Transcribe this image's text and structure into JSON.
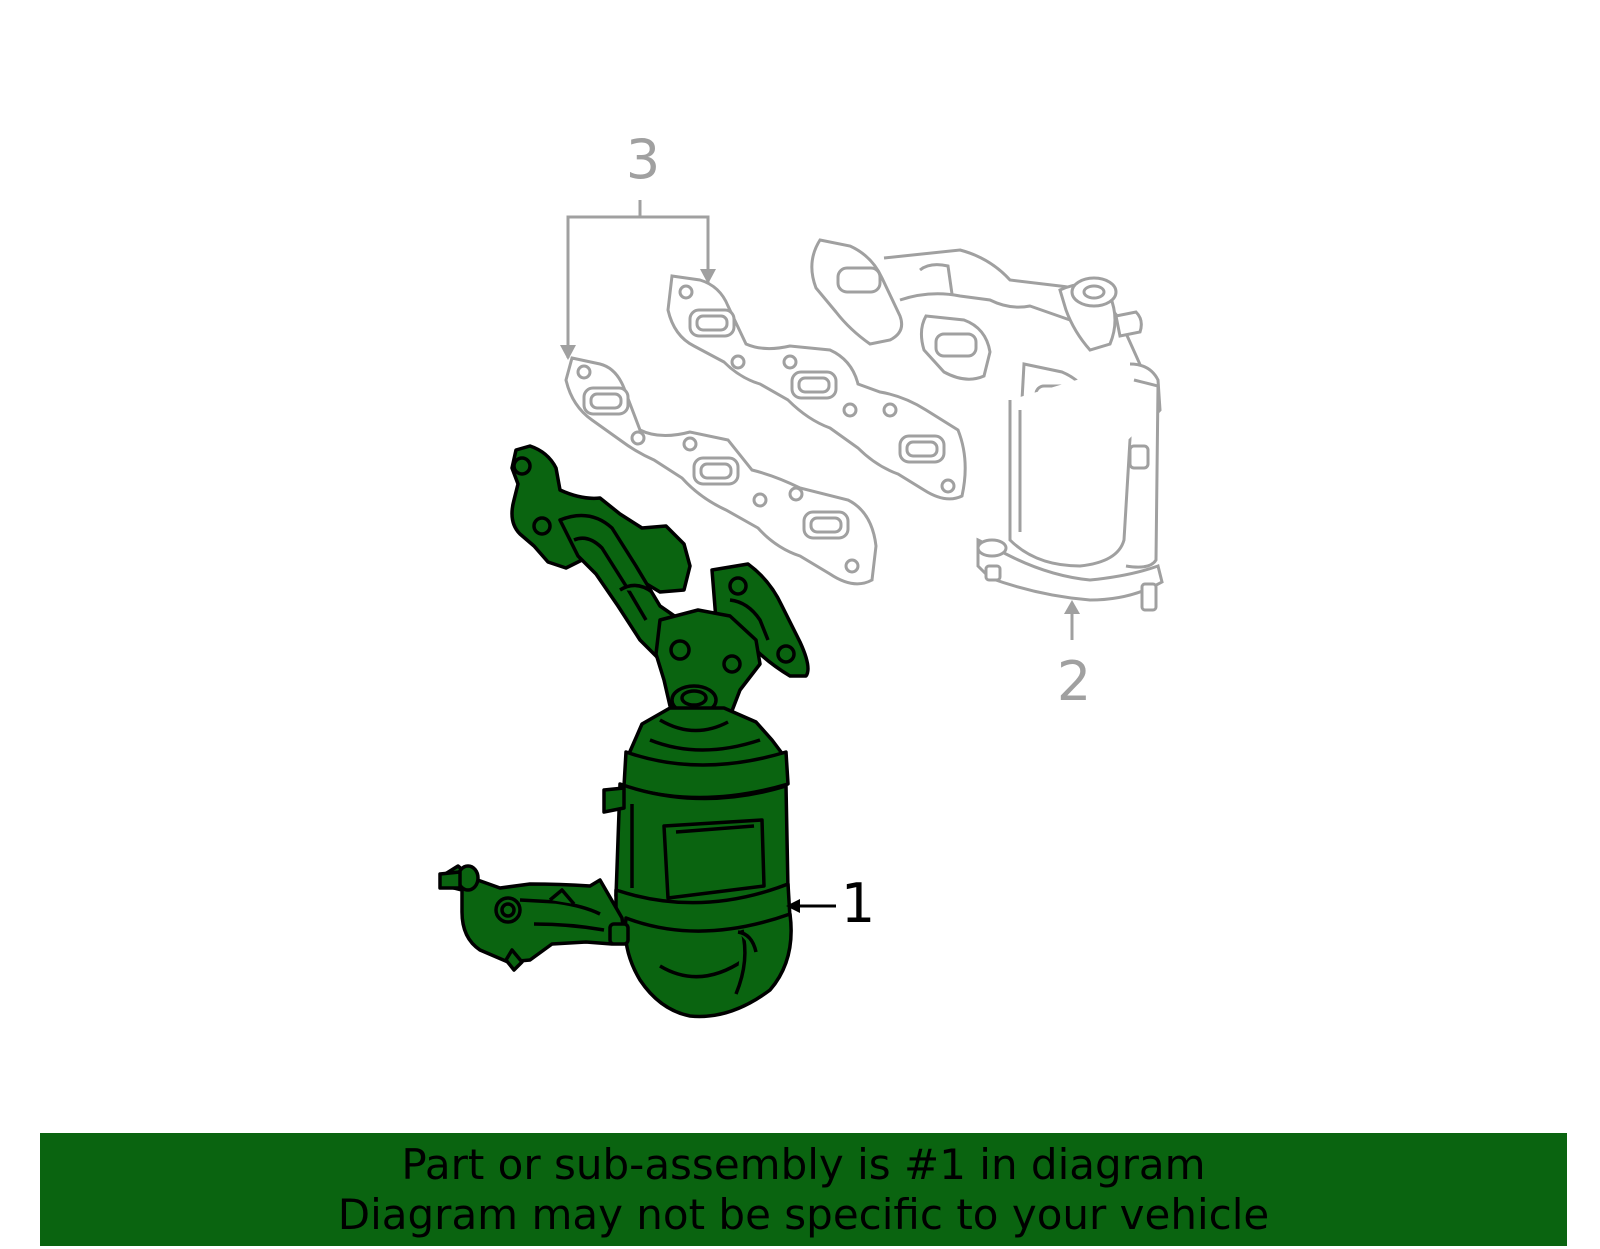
{
  "callouts": {
    "part1": "1",
    "part2": "2",
    "part3": "3"
  },
  "banner": {
    "line1": "Part or sub-assembly is #1 in diagram",
    "line2": "Diagram may not be specific to your vehicle"
  },
  "colors": {
    "highlight_fill": "#0a6410",
    "highlight_stroke": "#000000",
    "ghost_stroke": "#a0a0a0",
    "banner_bg": "#0a6410",
    "banner_text": "#000000"
  }
}
